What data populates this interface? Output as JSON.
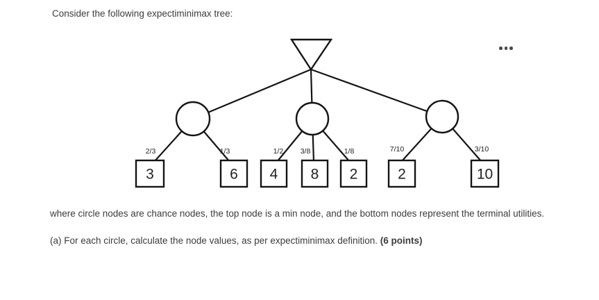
{
  "page": {
    "title": "Consider the following expectiminimax tree:",
    "note": "where circle nodes are chance nodes, the top node is a min node, and the bottom nodes represent the terminal utilities.",
    "question_prefix": "(a) For each circle, calculate the node values, as per expectiminimax definition. ",
    "question_points": "(6 points)"
  },
  "icons": {
    "more_options": "ellipsis-horizontal-dots"
  },
  "tree": {
    "root_type": "min",
    "root_shape": "triangle-down",
    "chance_node_shape": "circle",
    "terminal_shape": "square",
    "chance_nodes": [
      "chance-1",
      "chance-2",
      "chance-3"
    ],
    "leaves": [
      {
        "parent": "chance-1",
        "probability": "2/3",
        "value": "3"
      },
      {
        "parent": "chance-1",
        "probability": "1/3",
        "value": "6"
      },
      {
        "parent": "chance-2",
        "probability": "1/2",
        "value": "4"
      },
      {
        "parent": "chance-2",
        "probability": "3/8",
        "value": "8"
      },
      {
        "parent": "chance-2",
        "probability": "1/8",
        "value": "2"
      },
      {
        "parent": "chance-3",
        "probability": "7/10",
        "value": "2"
      },
      {
        "parent": "chance-3",
        "probability": "3/10",
        "value": "10"
      }
    ]
  }
}
